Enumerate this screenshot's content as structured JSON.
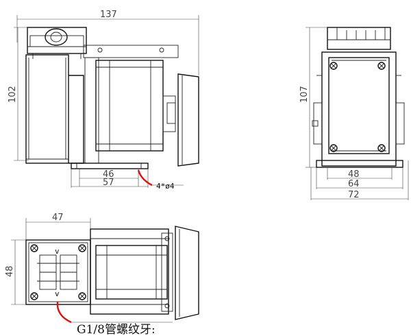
{
  "views": {
    "front": {
      "dim_width": "137",
      "dim_height": "102",
      "dim_foot_span": "46",
      "dim_foot_outer": "57",
      "hole_note": "4*ø4"
    },
    "side": {
      "dim_height": "107",
      "dim_hole_span": "48",
      "dim_base": "64",
      "dim_overall": "72"
    },
    "top": {
      "dim_width": "47",
      "dim_height": "48",
      "thread_note": "G1/8管螺纹牙:"
    }
  },
  "colors": {
    "leader": "#d11111",
    "lines": "#111111",
    "dimension": "#444444"
  }
}
